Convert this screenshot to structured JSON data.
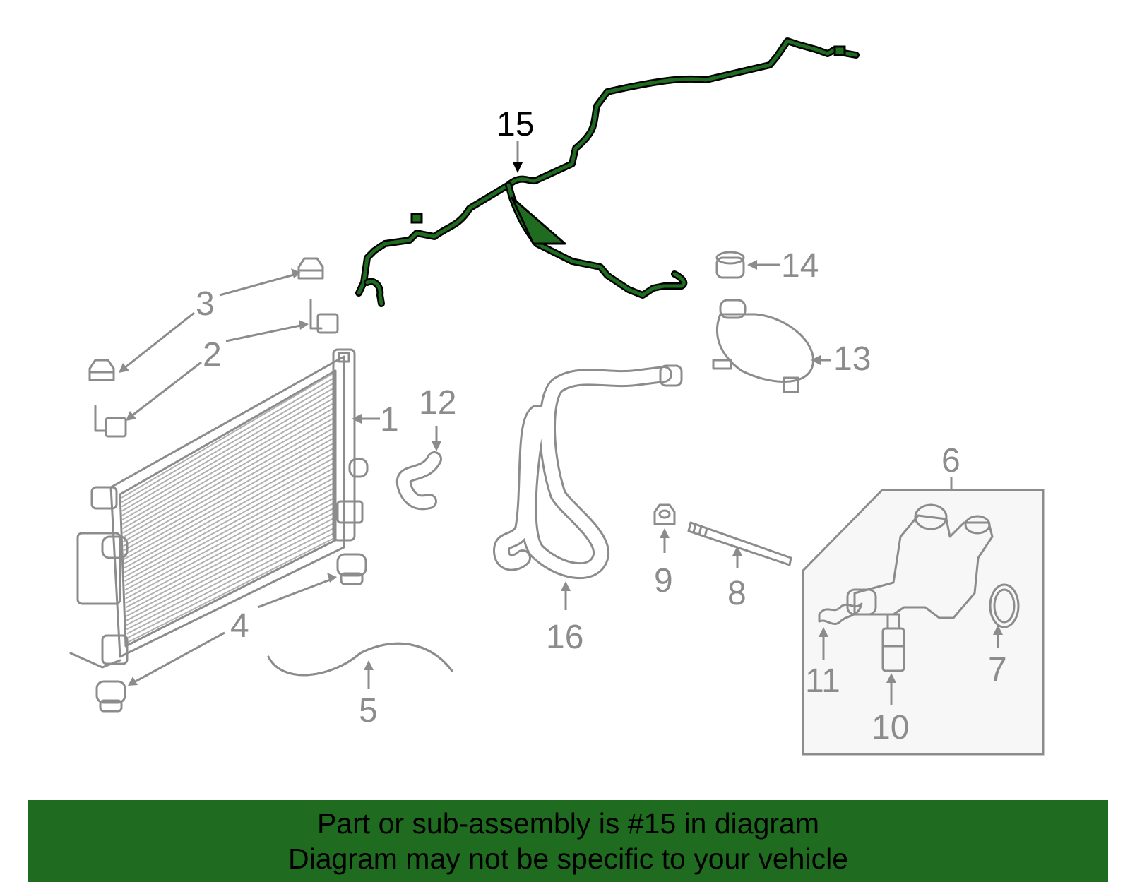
{
  "diagram": {
    "callouts": [
      {
        "id": "1",
        "label": "1"
      },
      {
        "id": "2",
        "label": "2"
      },
      {
        "id": "3",
        "label": "3"
      },
      {
        "id": "4",
        "label": "4"
      },
      {
        "id": "5",
        "label": "5"
      },
      {
        "id": "6",
        "label": "6"
      },
      {
        "id": "7",
        "label": "7"
      },
      {
        "id": "8",
        "label": "8"
      },
      {
        "id": "9",
        "label": "9"
      },
      {
        "id": "10",
        "label": "10"
      },
      {
        "id": "11",
        "label": "11"
      },
      {
        "id": "12",
        "label": "12"
      },
      {
        "id": "13",
        "label": "13"
      },
      {
        "id": "14",
        "label": "14"
      },
      {
        "id": "15",
        "label": "15"
      },
      {
        "id": "16",
        "label": "16"
      }
    ],
    "highlighted_part": "15",
    "colors": {
      "highlight": "#1f6b1f",
      "line": "#8c8c8c",
      "banner": "#1f6b1f",
      "box_fill": "#f7f7f7"
    }
  },
  "banner": {
    "line1": "Part or sub-assembly is #15 in diagram",
    "line2": "Diagram may not be specific to your vehicle"
  }
}
